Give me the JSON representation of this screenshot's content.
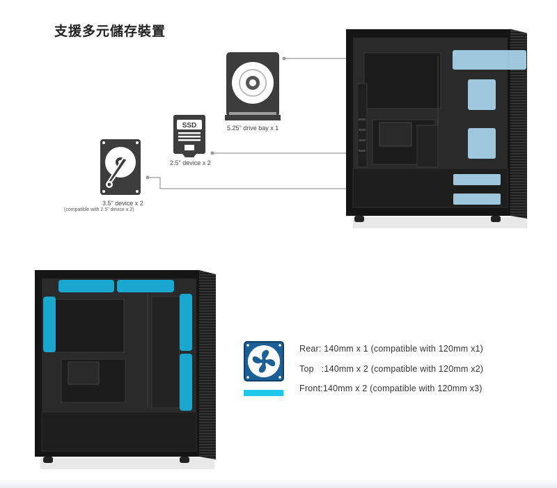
{
  "page": {
    "title": "支援多元儲存裝置"
  },
  "storage": {
    "drive_525": {
      "icon": "optical-disc-icon",
      "caption": "5.25\" drive bay x 1"
    },
    "ssd": {
      "icon": "ssd-icon",
      "badge": "SSD",
      "caption": "2.5\" device x 2"
    },
    "hdd": {
      "icon": "hard-disk-icon",
      "caption": "3.5\" device x 2",
      "sub_caption": "(compatible with 2.5\" device x 2)"
    }
  },
  "fans": {
    "icon": "fan-icon",
    "rear": "Rear: 140mm x 1 (compatible with 120mm x1)",
    "top": "Top   :140mm x 2 (compatible with 120mm x2)",
    "front": "Front:140mm x 2 (compatible with 120mm x3)"
  },
  "colors": {
    "highlight_top": "#a9d6ee",
    "highlight_fan": "#1aa7cf",
    "icon_fill": "#3d3d3d",
    "fan_icon_bg": "#1a5f95",
    "case_body": "#151515"
  }
}
